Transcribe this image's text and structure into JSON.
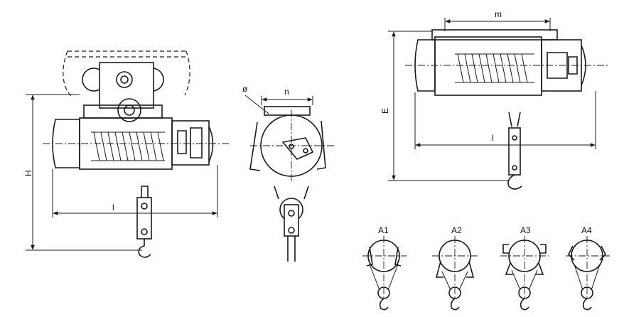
{
  "labels": {
    "front_height": "H",
    "front_length": "l",
    "side_diameter": "ø",
    "side_spacing": "n",
    "top_width": "m",
    "top_height": "E",
    "top_length": "l",
    "variant_1": "A1",
    "variant_2": "A2",
    "variant_3": "A3",
    "variant_4": "A4"
  }
}
